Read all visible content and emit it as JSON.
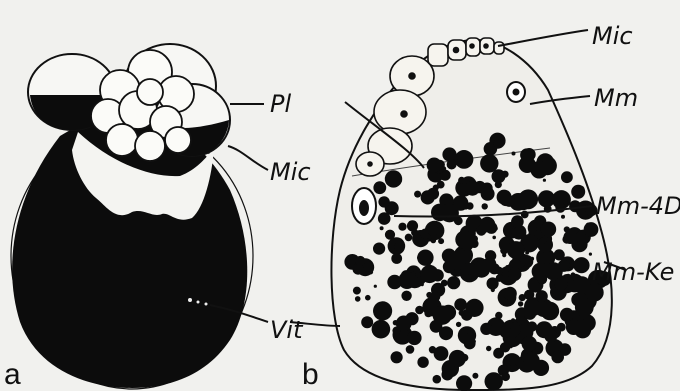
{
  "figure": {
    "panels": [
      {
        "id": "a",
        "label": "a",
        "annotations": [
          "Pl",
          "Mic",
          "Vit"
        ]
      },
      {
        "id": "b",
        "label": "b",
        "annotations": [
          "Mic",
          "Mm",
          "Mm-4D",
          "Mm-Ke"
        ]
      }
    ],
    "ink_color": "#111111",
    "background_color": "#f1f1ee"
  }
}
